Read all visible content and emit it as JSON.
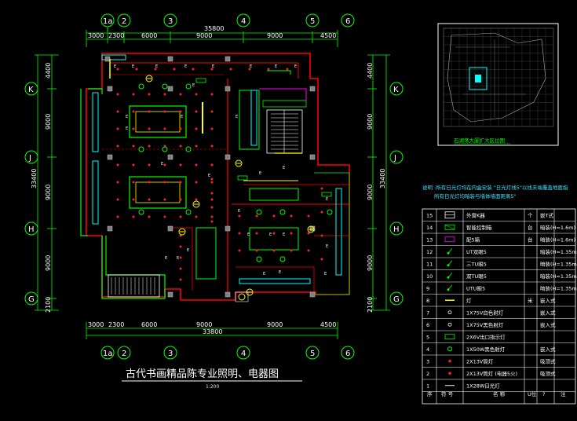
{
  "title": "古代书画精品陈专业照明、电器图",
  "scale": "1:200",
  "key_plan_label": "石湖荡大厦扩大区位图",
  "total_dims": {
    "top": "35800",
    "bottom": "33800",
    "left": "33400",
    "right": "33400"
  },
  "top_segments": [
    "3000",
    "2300",
    "6000",
    "9000",
    "9000",
    "4500"
  ],
  "bottom_segments": [
    "3000",
    "2300",
    "6000",
    "9000",
    "9000",
    "4500"
  ],
  "left_segments": [
    "4400",
    "9000",
    "9000",
    "9000",
    "2100"
  ],
  "right_segments": [
    "4400",
    "9000",
    "9000",
    "9000",
    "2100"
  ],
  "col_bubbles": [
    "1a",
    "2",
    "3",
    "4",
    "5",
    "6"
  ],
  "row_bubbles": [
    "K",
    "J",
    "H",
    "G"
  ],
  "notes": [
    "说明 :所有日光灯均在内盒安装 \"日光灯线5\"以线末端覆盖地面指",
    "所有日光灯均暗装与墙体墙面距离5\""
  ],
  "legend": {
    "headers": [
      "序",
      "符 号",
      "名 称",
      "U位",
      "?",
      "注"
    ],
    "rows": [
      {
        "no": "15",
        "symbol": "switchbox",
        "name": "外窗K器",
        "unit": "个",
        "note": "嵌T式"
      },
      {
        "no": "14",
        "symbol": "panel",
        "name": "智能控制箱",
        "unit": "台",
        "note": "暗装(H=1.6m)"
      },
      {
        "no": "13",
        "symbol": "box",
        "name": "配5箱",
        "unit": "台",
        "note": "暗装(H=1.6m)"
      },
      {
        "no": "12",
        "symbol": "sw3",
        "name": "UT双眼5",
        "unit": "",
        "note": "暗装(H=1.35m)"
      },
      {
        "no": "11",
        "symbol": "sw2",
        "name": "三TU眼5",
        "unit": "",
        "note": "暗装(H=1.35m)"
      },
      {
        "no": "10",
        "symbol": "sw2",
        "name": "双TU眼5",
        "unit": "",
        "note": "暗装(H=1.35m)"
      },
      {
        "no": "9",
        "symbol": "sw1",
        "name": "UTU眼5",
        "unit": "",
        "note": "暗装(H=1.35m)"
      },
      {
        "no": "8",
        "symbol": "tube",
        "name": "灯",
        "unit": "米",
        "note": "嵌入式"
      },
      {
        "no": "7",
        "symbol": "ring",
        "name": "1X75V白色射灯",
        "unit": "",
        "note": "嵌入式"
      },
      {
        "no": "6",
        "symbol": "ring",
        "name": "1X75V黑色射灯",
        "unit": "",
        "note": "嵌入式"
      },
      {
        "no": "5",
        "symbol": "exit",
        "name": "2X6V出口指示灯",
        "unit": "",
        "note": ""
      },
      {
        "no": "4",
        "symbol": "ringg",
        "name": "1X50W黑色射灯",
        "unit": "",
        "note": "嵌入式"
      },
      {
        "no": "3",
        "symbol": "dot",
        "name": "2X13V筒灯",
        "unit": "",
        "note": "吸顶式"
      },
      {
        "no": "2",
        "symbol": "dot",
        "name": "2X13V筒灯 (电器5火)",
        "unit": "",
        "note": "吸顶式"
      },
      {
        "no": "1",
        "symbol": "flu",
        "name": "1X28W日光灯",
        "unit": "",
        "note": ""
      }
    ]
  },
  "colors": {
    "wall": "#ff0000",
    "green": "#00ff00",
    "cyan": "#00ffff",
    "yellow": "#ffff00",
    "magenta": "#ff00ff",
    "white": "#ffffff"
  }
}
